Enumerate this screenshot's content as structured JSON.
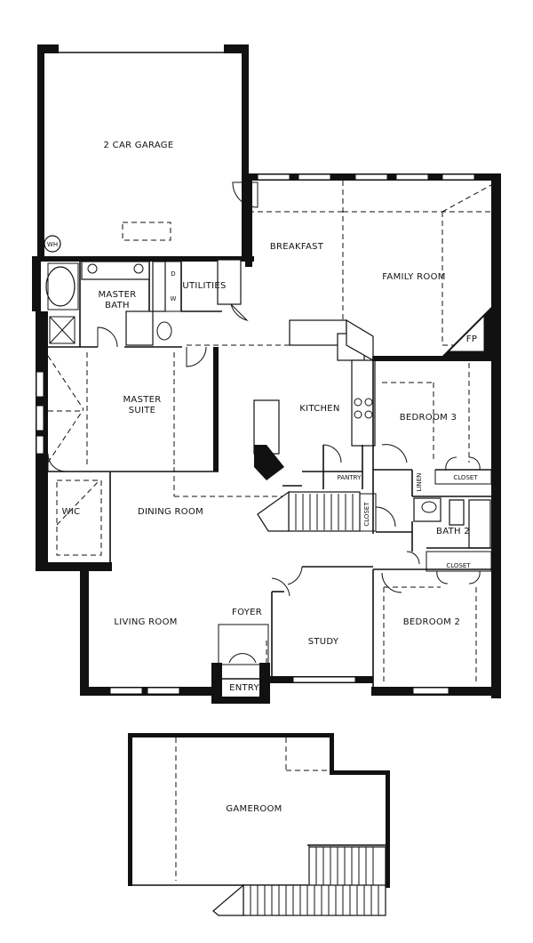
{
  "rooms": {
    "garage": "2 CAR GARAGE",
    "water_heater": "WH",
    "breakfast": "BREAKFAST",
    "family_room": "FAMILY ROOM",
    "master_bath_1": "MASTER",
    "master_bath_2": "BATH",
    "utilities": "UTILITIES",
    "dryer": "D",
    "washer": "W",
    "fireplace": "FP",
    "master_suite_1": "MASTER",
    "master_suite_2": "SUITE",
    "kitchen": "KITCHEN",
    "bedroom_3": "BEDROOM 3",
    "pantry": "PANTRY",
    "linen": "LINEN",
    "closet_bed3": "CLOSET",
    "wic": "WIC",
    "dining_room": "DINING ROOM",
    "closet_hall": "CLOSET",
    "bath_2": "BATH 2",
    "closet_bed2": "CLOSET",
    "foyer": "FOYER",
    "living_room": "LIVING ROOM",
    "study": "STUDY",
    "bedroom_2": "BEDROOM 2",
    "entry": "ENTRY",
    "gameroom": "GAMEROOM"
  }
}
